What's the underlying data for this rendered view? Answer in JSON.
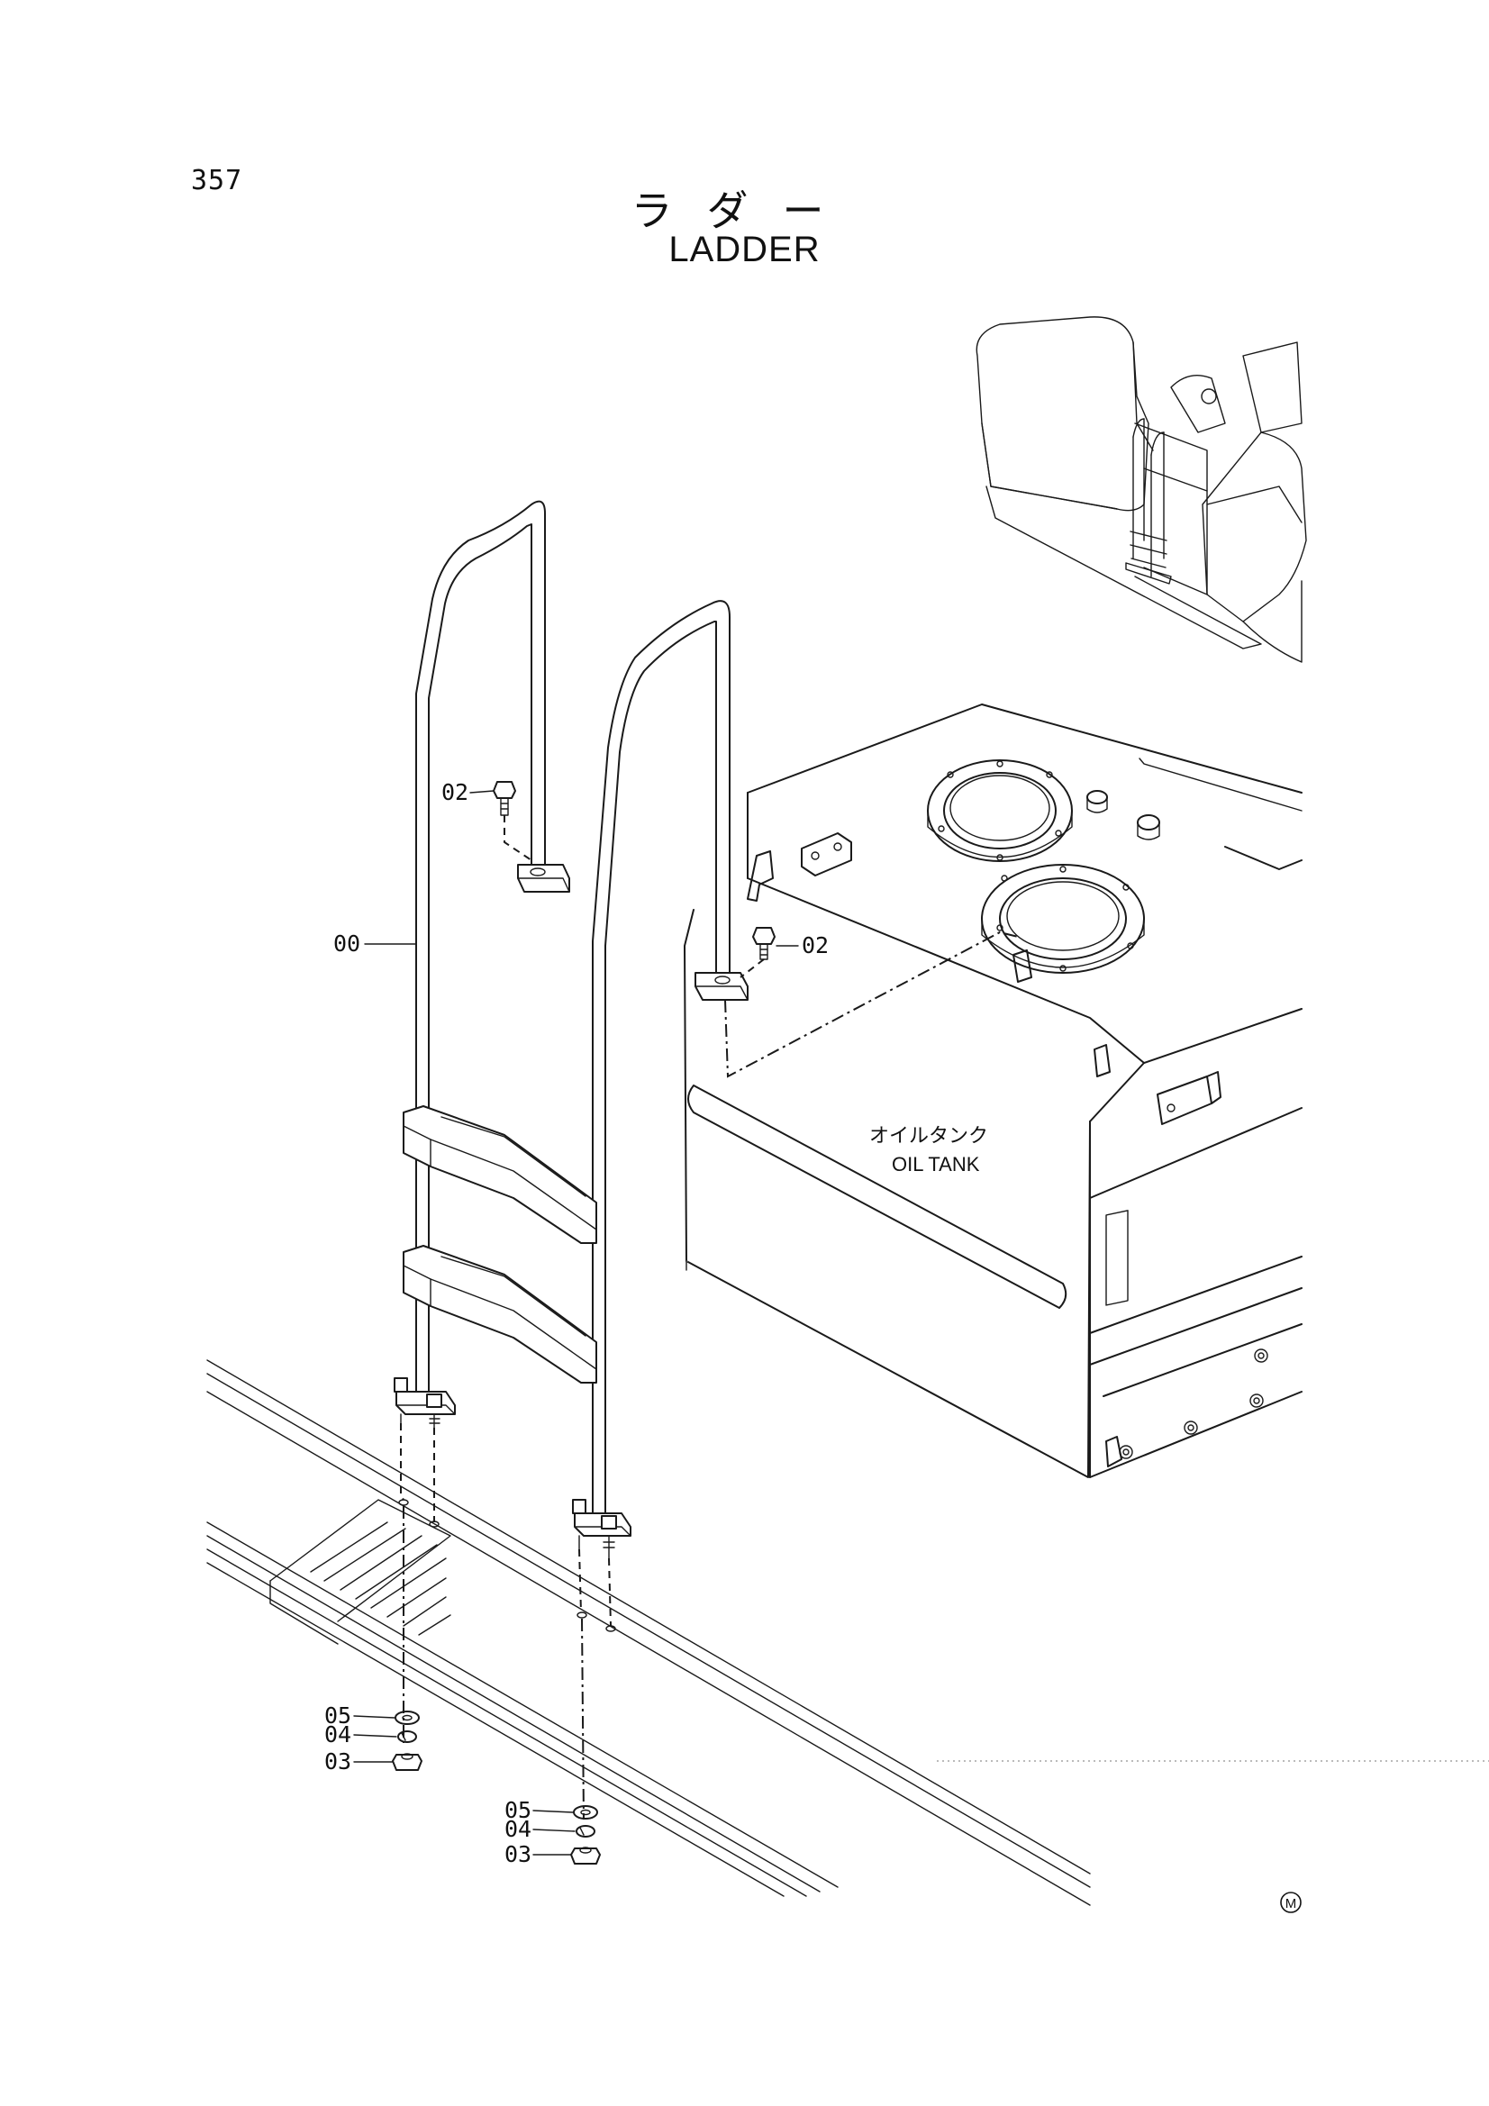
{
  "page": {
    "number": "357",
    "title_jp": "ラダー",
    "title_en": "LADDER"
  },
  "callouts": {
    "ladder_assembly": "00",
    "bolt_upper_left": "02",
    "bolt_upper_right": "02",
    "washer_left": "05",
    "lock_washer_left": "04",
    "nut_left": "03",
    "washer_right": "05",
    "lock_washer_right": "04",
    "nut_right": "03"
  },
  "oil_tank": {
    "label_jp": "オイルタンク",
    "label_en": "OIL TANK"
  },
  "mark": "M"
}
